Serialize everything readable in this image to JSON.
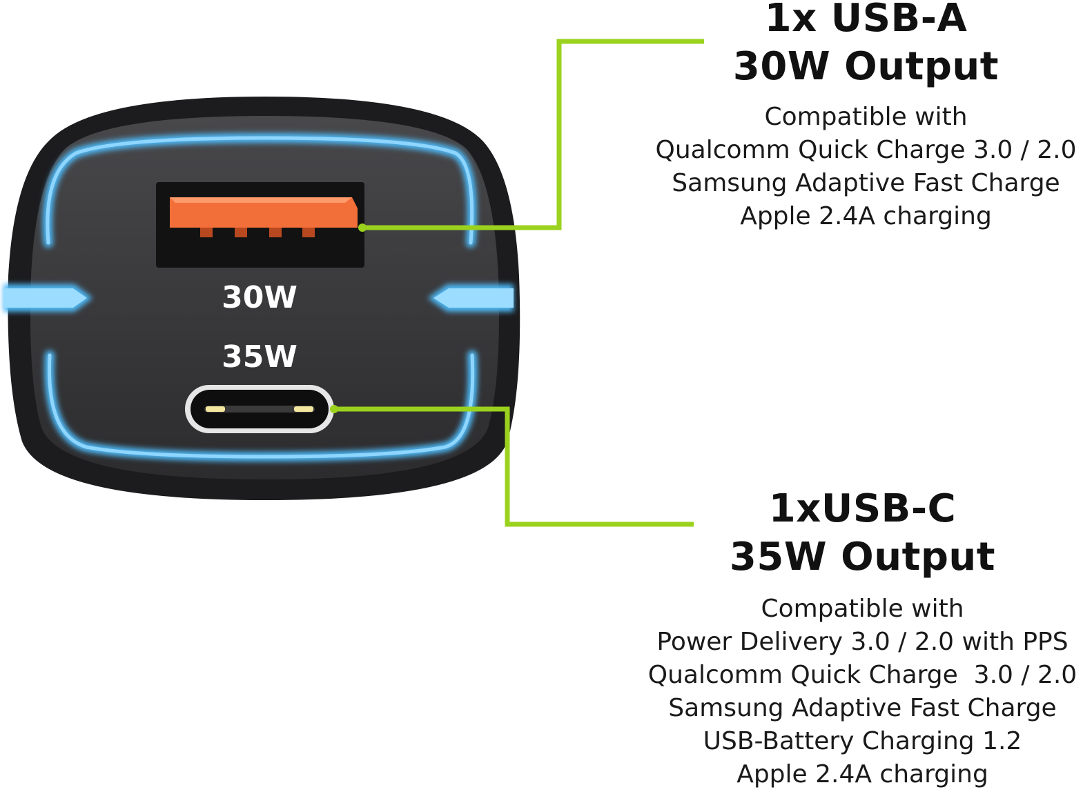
{
  "device": {
    "port_a_power": "30W",
    "port_c_power": "35W",
    "colors": {
      "body": "#3a3a3c",
      "rim": "#1c1c1e",
      "glow": "#4db8f5",
      "usb_a_tongue": "#f26f3a",
      "callout_line": "#9bd21e"
    },
    "icons": [
      "usb-a-port-icon",
      "usb-c-port-icon",
      "left-arrow-icon",
      "right-arrow-icon"
    ]
  },
  "usb_a": {
    "title_line1": "1x USB-A",
    "title_line2": "30W Output",
    "compat_heading": "Compatible with",
    "compat_items": [
      "Qualcomm Quick Charge 3.0 / 2.0",
      "Samsung Adaptive Fast Charge",
      "Apple 2.4A charging"
    ]
  },
  "usb_c": {
    "title_line1": "1xUSB-C",
    "title_line2": "35W Output",
    "compat_heading": "Compatible with",
    "compat_items": [
      "Power Delivery 3.0 / 2.0 with PPS",
      "Qualcomm Quick Charge  3.0 / 2.0",
      "Samsung Adaptive Fast Charge",
      "USB-Battery Charging 1.2",
      "Apple 2.4A charging"
    ]
  }
}
